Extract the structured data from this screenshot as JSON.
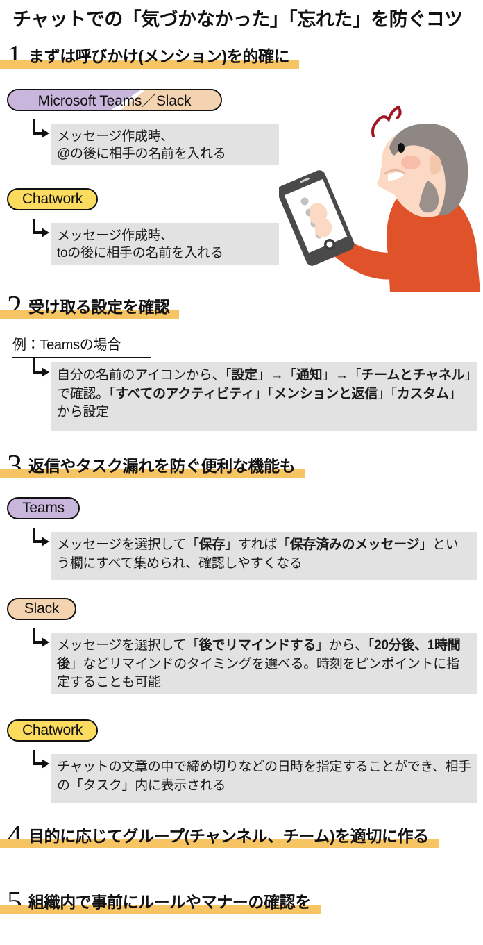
{
  "header": {
    "title": "チャットでの「気づかなかった」「忘れた」を防ぐコツ"
  },
  "colors": {
    "highlight": "#f7c463",
    "box_gray": "#e2e2e2",
    "teams_purple": "#c8b6dc",
    "slack_peach": "#f4d3b0",
    "chatwork_yellow": "#fbdc5e",
    "shirt_orange": "#e0532a",
    "hair_gray": "#8f8784",
    "skin": "#fbd9c4",
    "anger_red": "#a01622"
  },
  "steps": [
    {
      "number": "1",
      "heading": "まずは呼びかけ(メンション)を的確に",
      "items": [
        {
          "badge": "Microsoft Teams／Slack",
          "badge_style": "split",
          "lines": [
            "メッセージ作成時、",
            "@の後に相手の名前を入れる"
          ]
        },
        {
          "badge": "Chatwork",
          "badge_style": "yellow",
          "lines": [
            "メッセージ作成時、",
            "toの後に相手の名前を入れる"
          ]
        }
      ]
    },
    {
      "number": "2",
      "heading": "受け取る設定を確認",
      "example_label": "例：Teamsの場合",
      "body_html": "自分の名前のアイコンから、「<b>設定</b>」→「<b>通知</b>」→「<b>チームとチャネル</b>」で確認。「<b>すべてのアクティビティ</b>」「<b>メンションと返信</b>」「<b>カスタム</b>」から設定"
    },
    {
      "number": "3",
      "heading": "返信やタスク漏れを防ぐ便利な機能も",
      "items": [
        {
          "badge": "Teams",
          "badge_style": "purple",
          "body_html": "メッセージを選択して「<b>保存</b>」すれば「<b>保存済みのメッセージ</b>」という欄にすべて集められ、確認しやすくなる"
        },
        {
          "badge": "Slack",
          "badge_style": "peach",
          "body_html": "メッセージを選択して「<b>後でリマインドする</b>」から、「<b>20分後、1時間後</b>」などリマインドのタイミングを選べる。時刻をピンポイントに指定することも可能"
        },
        {
          "badge": "Chatwork",
          "badge_style": "yellow",
          "body_html": "チャットの文章の中で締め切りなどの日時を指定することができ、相手の「タスク」内に表示される"
        }
      ]
    },
    {
      "number": "4",
      "heading": "目的に応じてグループ(チャンネル、チーム)を適切に作る"
    },
    {
      "number": "5",
      "heading": "組織内で事前にルールやマナーの確認を"
    }
  ],
  "illustration": {
    "alt": "スマートフォンを見て困っている人のイラスト",
    "anger_mark": "anger-vein-symbol"
  }
}
